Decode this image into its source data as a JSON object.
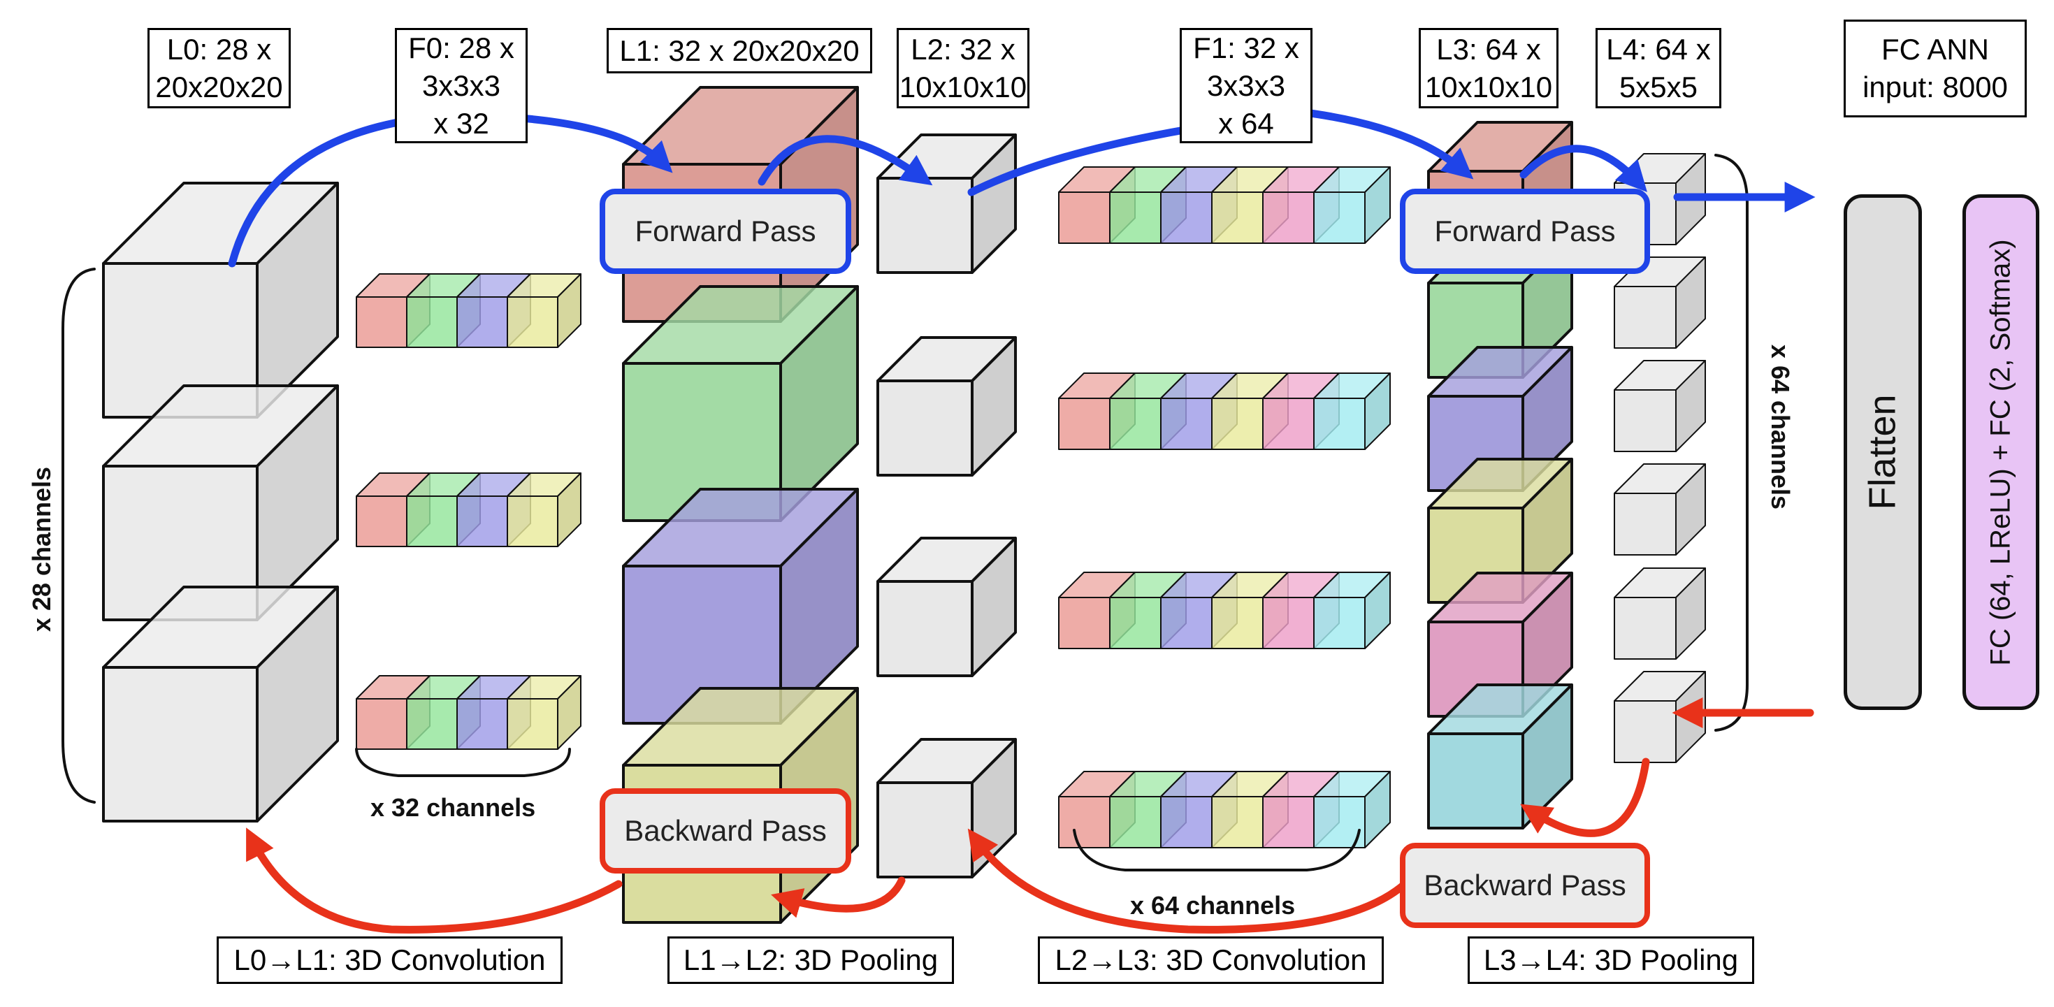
{
  "colors": {
    "forward": "#1f44e8",
    "backward": "#e8321a",
    "gray_cube": "#e6e6e6",
    "filter_palette": [
      "#ea9a94",
      "#94e59b",
      "#9f9ce8",
      "#e9ea9c",
      "#ee9fc8",
      "#a2ecf0"
    ],
    "l1_cubes": [
      "#d4877f",
      "#8fd391",
      "#918ad6",
      "#d2d68a"
    ],
    "l3_cubes": [
      "#d4877f",
      "#8fd391",
      "#918ad6",
      "#d2d68a",
      "#d98ab6",
      "#8cd1d8"
    ],
    "flatten_fill": "#dedede",
    "fc_fill": "#e8c4f5"
  },
  "labels": {
    "l0": "L0: 28 x\n20x20x20",
    "f0": "F0: 28 x\n3x3x3\nx 32",
    "l1": "L1: 32 x 20x20x20",
    "l2": "L2: 32 x\n10x10x10",
    "f1": "F1: 32 x\n3x3x3\nx 64",
    "l3": "L3: 64 x\n10x10x10",
    "l4": "L4: 64 x\n5x5x5",
    "fc_ann": "FC ANN\ninput: 8000"
  },
  "passes": {
    "forward_1": "Forward Pass",
    "forward_2": "Forward Pass",
    "backward_1": "Backward Pass",
    "backward_2": "Backward Pass"
  },
  "channels": {
    "x28": "x 28 channels",
    "x32": "x 32 channels",
    "x64_bottom": "x 64 channels",
    "x64_right": "x 64 channels"
  },
  "ops": {
    "l0_l1": "L0→L1: 3D Convolution",
    "l1_l2": "L1→L2: 3D Pooling",
    "l2_l3": "L2→L3: 3D Convolution",
    "l3_l4": "L3→L4: 3D Pooling"
  },
  "fc": {
    "flatten": "Flatten",
    "dense": "FC (64, LReLU) + FC (2, Softmax)"
  }
}
